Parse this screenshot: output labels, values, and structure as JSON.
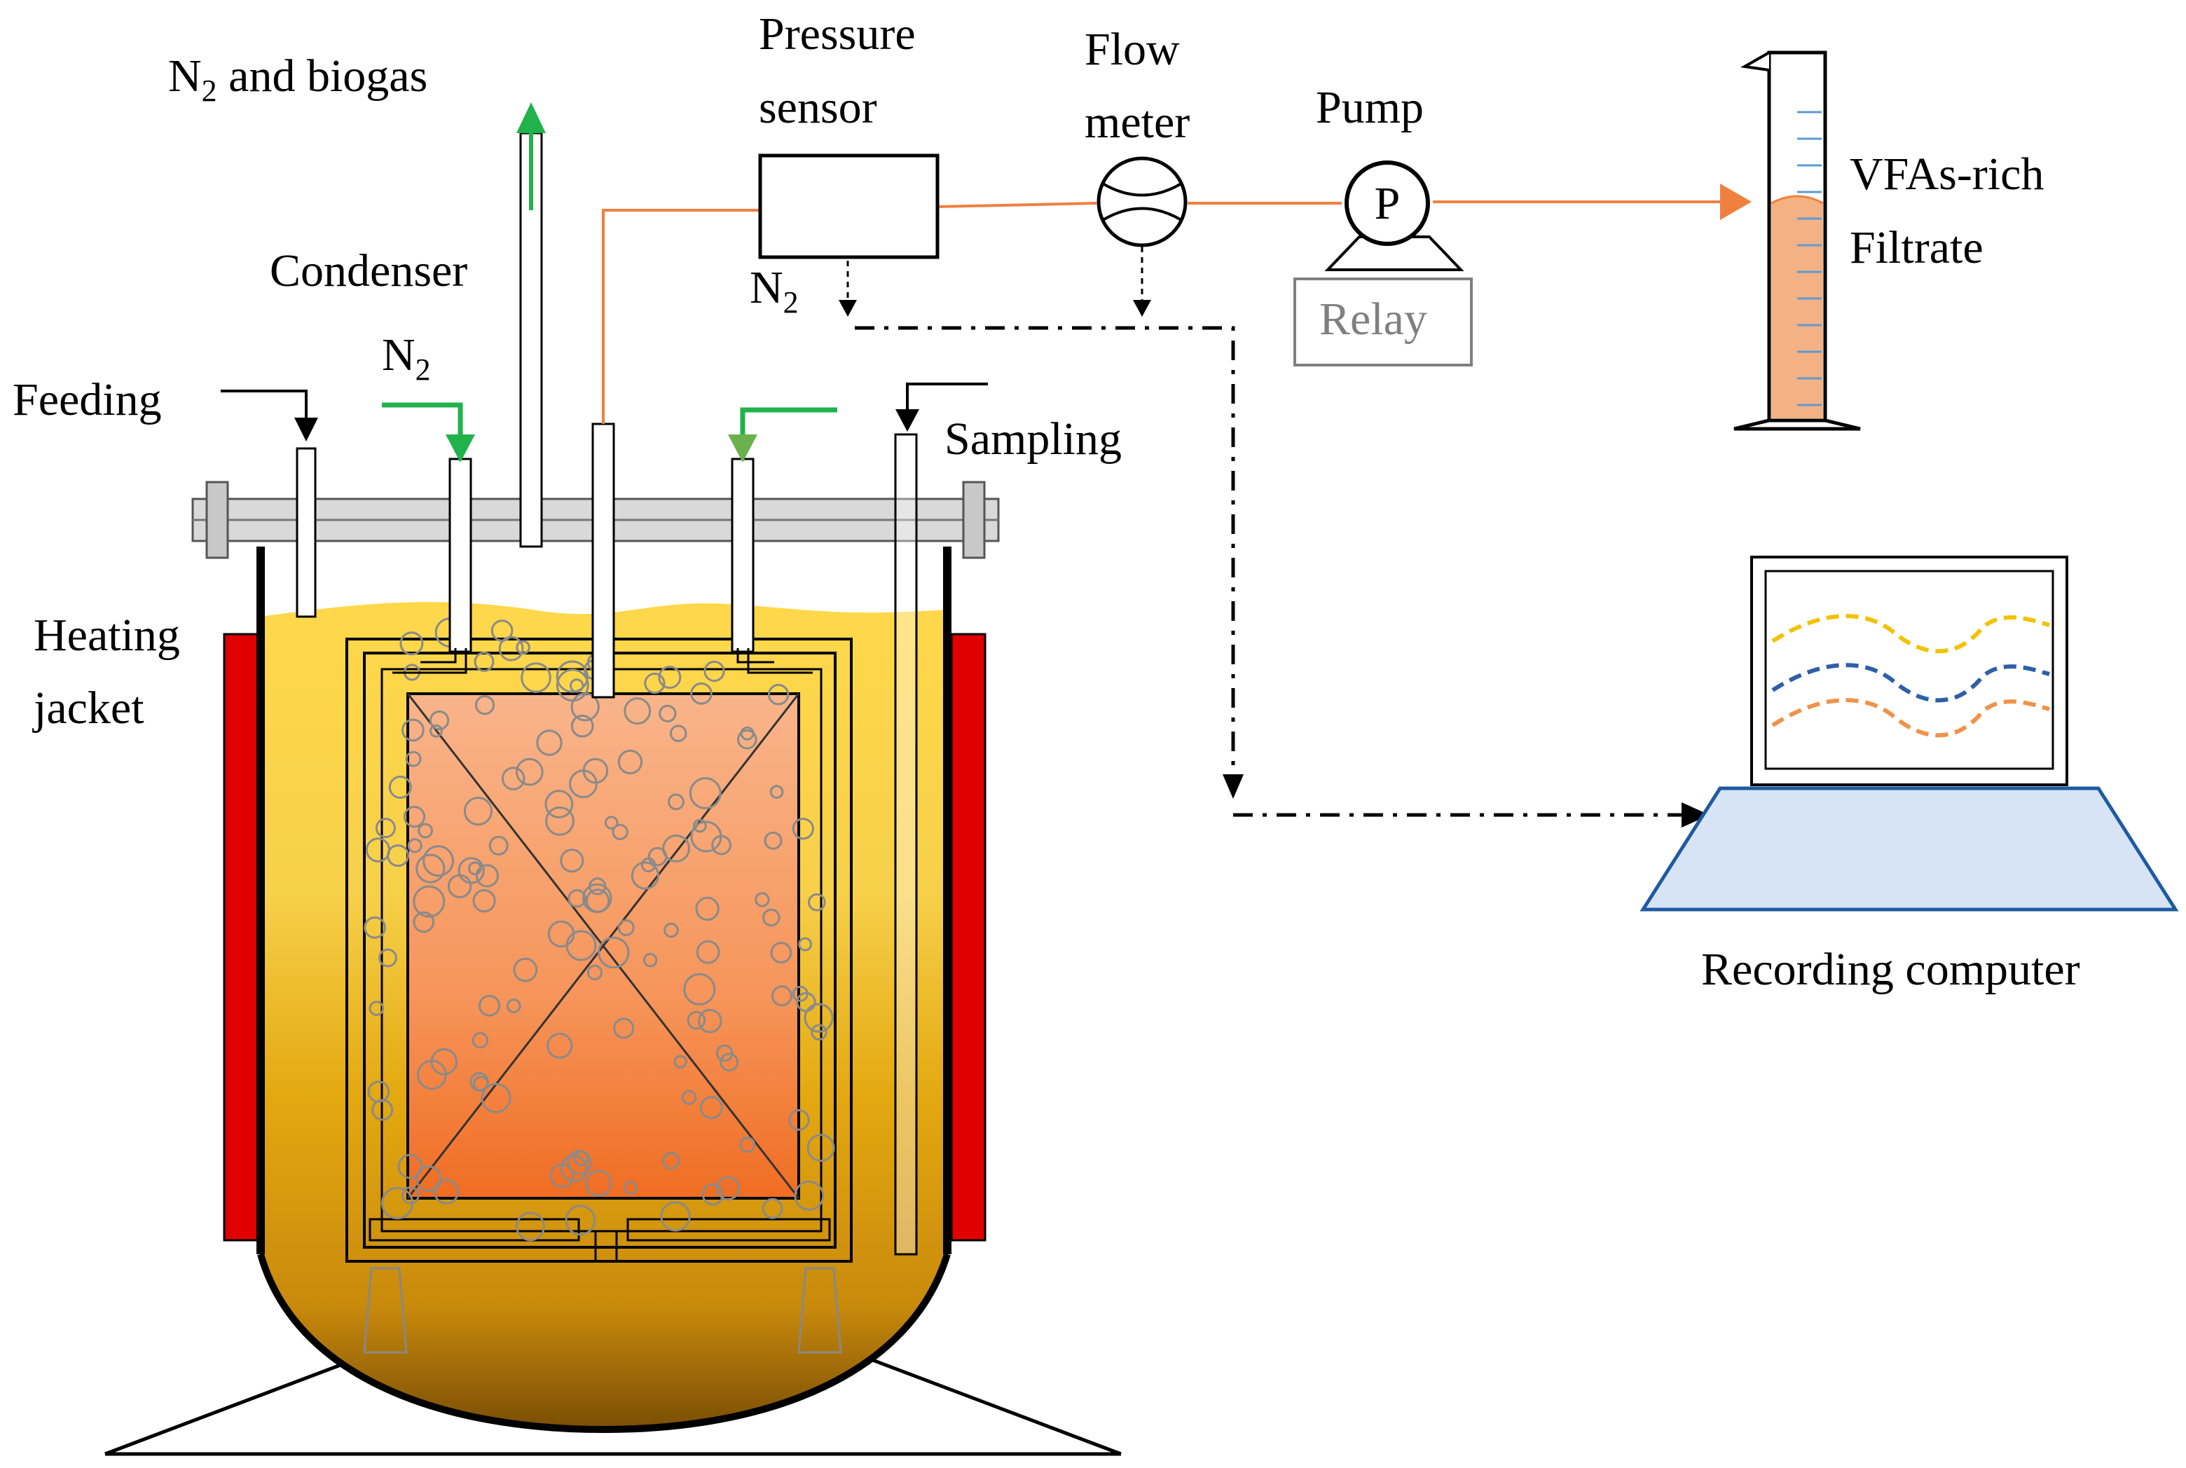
{
  "labels": {
    "n2_biogas_prefix": "N",
    "n2_biogas_sub": "2",
    "n2_biogas_rest": " and biogas",
    "condenser": "Condenser",
    "n2_inlet_prefix": "N",
    "n2_inlet_sub": "2",
    "feeding": "Feeding",
    "sampling": "Sampling",
    "heating_jacket_line1": "Heating",
    "heating_jacket_line2": "jacket",
    "pressure_sensor_line1": "Pressure",
    "pressure_sensor_line2": "sensor",
    "n2_sensor_prefix": "N",
    "n2_sensor_sub": "2",
    "flow_meter_line1": "Flow",
    "flow_meter_line2": "meter",
    "pump": "Pump",
    "pump_symbol": "P",
    "relay": "Relay",
    "filtrate_line1": "VFAs-rich",
    "filtrate_line2": "Filtrate",
    "recording_computer": "Recording computer"
  },
  "colors": {
    "broth_top": "#f2c43b",
    "broth_bottom": "#8a5a06",
    "membrane_top": "#f9b48a",
    "membrane_bottom": "#f0782c",
    "heating_jacket": "#e00000",
    "gas_arrow": "#22b24c",
    "filtrate_line": "#f08040",
    "filtrate_liquid": "#f4b183",
    "computer_base": "#d6e4f5",
    "computer_outline": "#1f5aa0",
    "trace_yellow": "#f2c200",
    "trace_blue": "#2e5fa8",
    "trace_orange": "#f0924a",
    "relay_text": "#808080"
  },
  "icons": [
    "pressure-sensor-box",
    "flow-meter-icon",
    "pump-icon",
    "graduated-cylinder-icon",
    "laptop-icon"
  ]
}
